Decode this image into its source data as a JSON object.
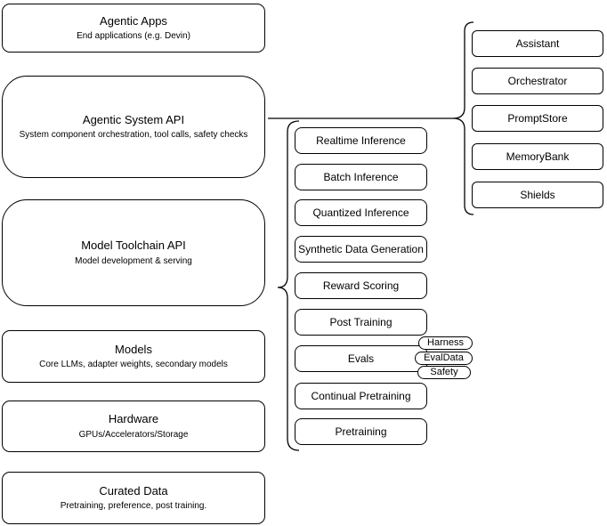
{
  "diagram": {
    "colors": {
      "background": "#ffffff",
      "stroke": "#000000",
      "box_fill": "#ffffff"
    },
    "stack": [
      {
        "title": "Agentic Apps",
        "subtitle": "End applications (e.g. Devin)"
      },
      {
        "title": "Agentic System API",
        "subtitle": "System component orchestration, tool calls, safety checks"
      },
      {
        "title": "Model Toolchain API",
        "subtitle": "Model development & serving"
      },
      {
        "title": "Models",
        "subtitle": "Core LLMs, adapter weights, secondary models"
      },
      {
        "title": "Hardware",
        "subtitle": "GPUs/Accelerators/Storage"
      },
      {
        "title": "Curated Data",
        "subtitle": "Pretraining, preference, post training."
      }
    ],
    "toolchain": {
      "items": [
        "Realtime Inference",
        "Batch Inference",
        "Quantized Inference",
        "Synthetic Data Generation",
        "Reward Scoring",
        "Post Training",
        "Evals",
        "Continual Pretraining",
        "Pretraining"
      ],
      "evals_tags": [
        "Harness",
        "EvalData",
        "Safety"
      ]
    },
    "system_components": {
      "items": [
        "Assistant",
        "Orchestrator",
        "PromptStore",
        "MemoryBank",
        "Shields"
      ]
    }
  }
}
